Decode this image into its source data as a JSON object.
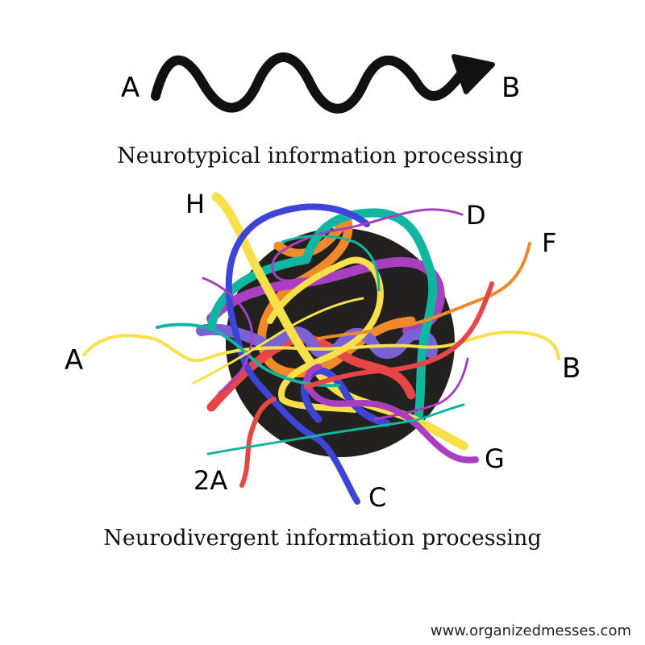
{
  "top": {
    "start_label": "A",
    "end_label": "B",
    "title": "Neurotypical information processing"
  },
  "bottom": {
    "labels": {
      "H": "H",
      "D": "D",
      "F": "F",
      "A": "A",
      "B": "B",
      "2A": "2A",
      "C": "C",
      "G": "G"
    },
    "title": "Neurodivergent information processing"
  },
  "colors": {
    "black": "#111111",
    "yellow": "#f7e04a",
    "blue": "#3d45d8",
    "teal": "#12b5a0",
    "orange": "#ee8a2a",
    "red": "#e64646",
    "purple": "#a93fc0",
    "lavender": "#7a62d6",
    "ball": "#22211f"
  },
  "footer": {
    "website": "www.organizedmesses.com"
  }
}
